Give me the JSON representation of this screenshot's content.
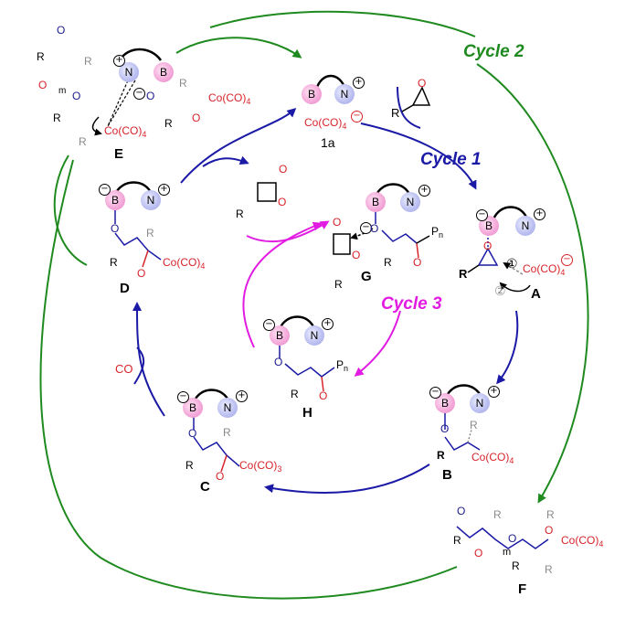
{
  "cycles": {
    "cycle1": {
      "label": "Cycle 1",
      "color": "#1a1aa6"
    },
    "cycle2": {
      "label": "Cycle 2",
      "color": "#1f8a1f"
    },
    "cycle3": {
      "label": "Cycle 3",
      "color": "#e21be2"
    }
  },
  "intermediates": {
    "a1": "1a",
    "A": "A",
    "B": "B",
    "C": "C",
    "D": "D",
    "E": "E",
    "F": "F",
    "G": "G",
    "H": "H"
  },
  "atoms": {
    "boron": "B",
    "nitrogen": "N",
    "oxygen": "O",
    "r_group": "R",
    "polymer_chain": "P",
    "polymer_index": "n",
    "repeat_index": "m",
    "co_gas": "CO",
    "cobalt_prefix": "Co(CO)",
    "cobalt_sub4": "4",
    "cobalt_sub3": "3",
    "step1": "①",
    "step2": "②"
  },
  "colors": {
    "blue": "#1b1b8f",
    "red": "#d6242a",
    "green": "#1f8a1f",
    "magenta": "#e21be2",
    "gray": "#8a8a8a"
  }
}
